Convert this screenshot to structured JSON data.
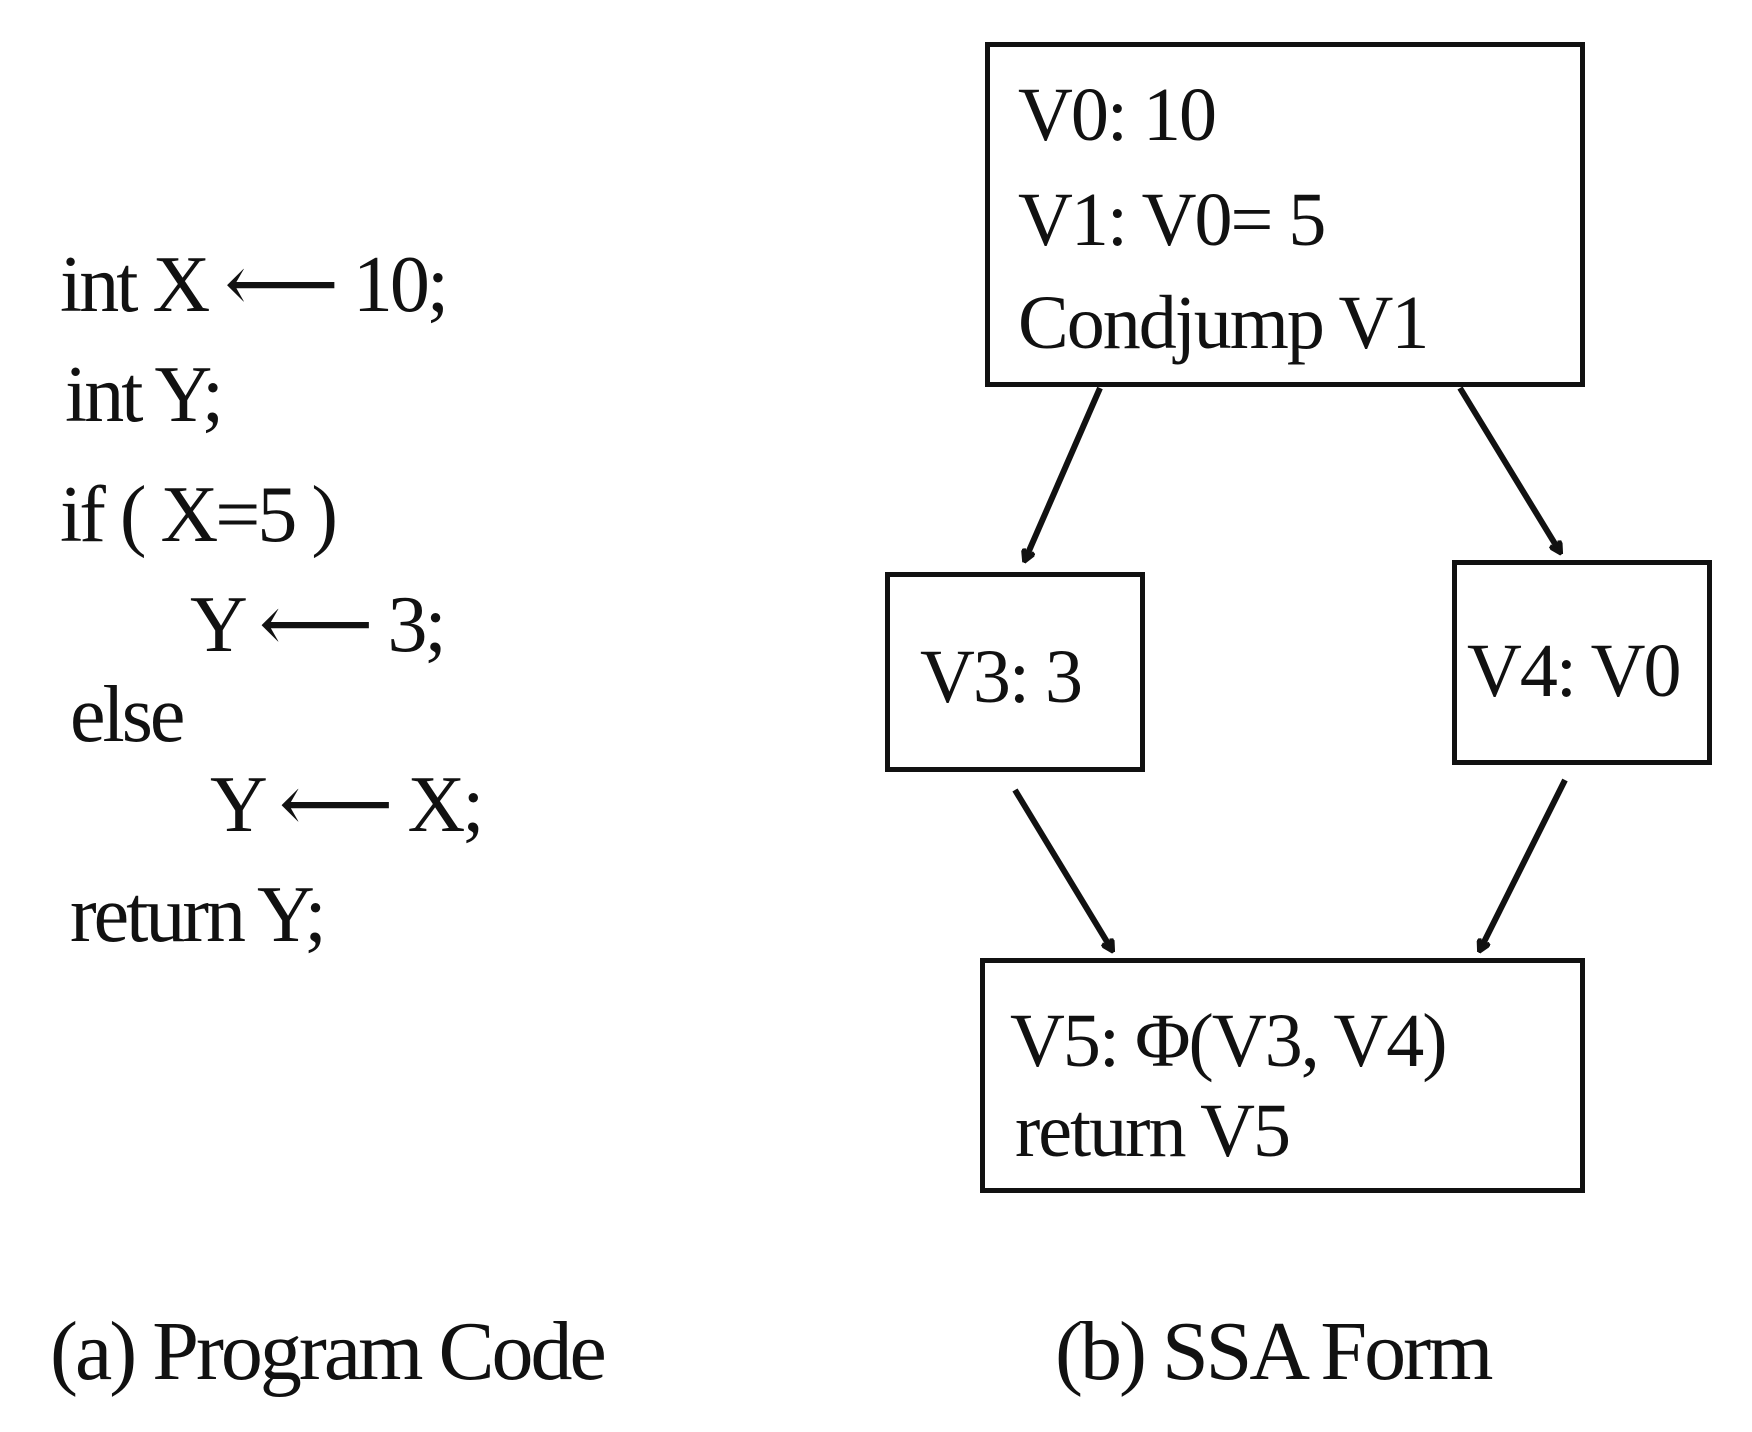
{
  "code": {
    "lines": [
      "int X ⟵ 10;",
      "int Y;",
      "if ( X=5 )",
      "Y ⟵ 3;",
      "else",
      "Y ⟵ X;",
      "return Y;"
    ]
  },
  "captions": {
    "left": "(a) Program Code",
    "right": "(b) SSA Form"
  },
  "ssa": {
    "top_block": [
      "V0: 10",
      "V1: V0= 5",
      "Condjump V1"
    ],
    "left_block": [
      "V3: 3"
    ],
    "right_block": [
      "V4: V0"
    ],
    "bottom_block": [
      "V5: Φ(V3, V4)",
      "return V5"
    ]
  }
}
